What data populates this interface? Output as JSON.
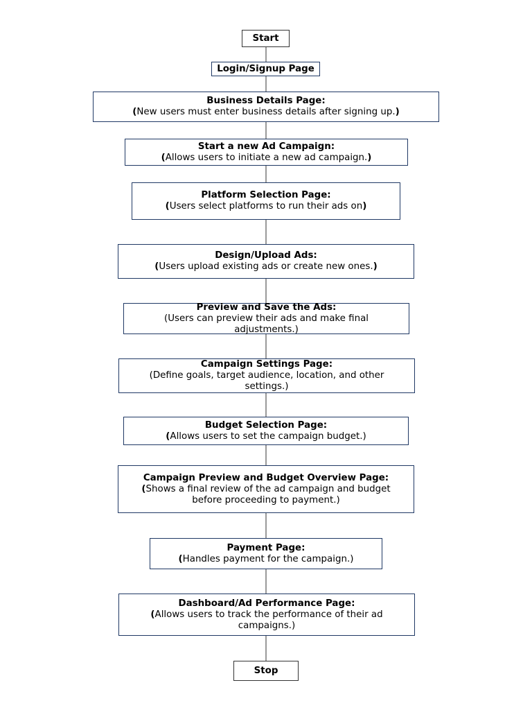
{
  "flowchart": {
    "nodes": [
      {
        "id": "start",
        "title": "Start"
      },
      {
        "id": "login",
        "title": "Login/Signup Page"
      },
      {
        "id": "business",
        "title": "Business Details Page:",
        "desc_open": "(",
        "desc_text": "New users must enter business details after signing up.",
        "desc_close": ")"
      },
      {
        "id": "new-campaign",
        "title": "Start a new Ad Campaign:",
        "desc_open": "(",
        "desc_text": "Allows users to initiate a new ad campaign.",
        "desc_close": ")"
      },
      {
        "id": "platform",
        "title": "Platform Selection Page:",
        "desc_open": "(",
        "desc_text": "Users select platforms to run their ads on",
        "desc_close": ")"
      },
      {
        "id": "design",
        "title": "Design/Upload Ads:",
        "desc_open": "(",
        "desc_text": "Users upload existing ads or create new ones.",
        "desc_close": ")"
      },
      {
        "id": "preview",
        "title": "Preview and Save the Ads:",
        "desc_open": "",
        "desc_text": "(Users can preview their ads and make final adjustments.)",
        "desc_close": ""
      },
      {
        "id": "settings",
        "title": "Campaign Settings Page:",
        "desc_open": "",
        "desc_text": "(Define goals, target audience, location, and other settings.)",
        "desc_close": ""
      },
      {
        "id": "budget",
        "title": "Budget Selection Page:",
        "desc_open": "(",
        "desc_text": "Allows users to set the campaign budget.)",
        "desc_close": ""
      },
      {
        "id": "overview",
        "title": "Campaign Preview and Budget Overview Page:",
        "desc_open": "(",
        "desc_text": "Shows a final review of the ad campaign and budget before proceeding to payment.)",
        "desc_close": ""
      },
      {
        "id": "payment",
        "title": "Payment Page:",
        "desc_open": "(",
        "desc_text": "Handles payment for the campaign.)",
        "desc_close": ""
      },
      {
        "id": "dashboard",
        "title": "Dashboard/Ad Performance Page:",
        "desc_open": "(",
        "desc_text": "Allows users to track the performance of their ad campaigns.)",
        "desc_close": ""
      },
      {
        "id": "stop",
        "title": "Stop"
      }
    ],
    "colors": {
      "border": "#1f3864",
      "connector": "#000000",
      "text": "#000000",
      "background": "#ffffff"
    }
  }
}
